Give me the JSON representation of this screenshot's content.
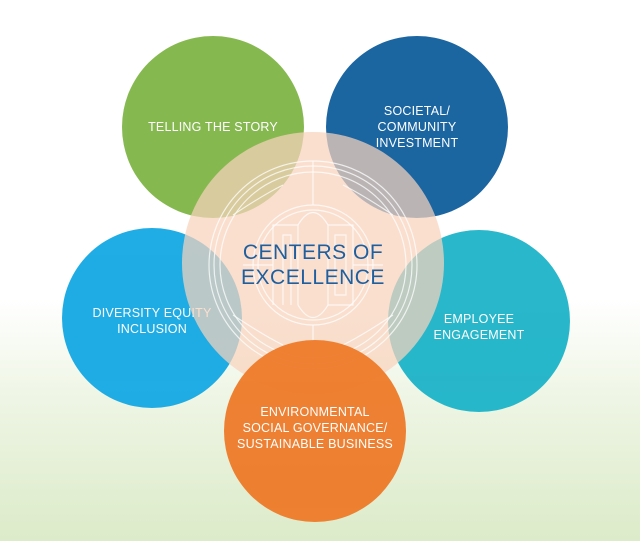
{
  "center": {
    "title": "CENTERS OF\nEXCELLENCE",
    "fill_color": "#f8d2bd",
    "text_color": "#1f5f9e"
  },
  "circles": [
    {
      "id": "story",
      "label": "TELLING THE STORY",
      "color": "#7cb342"
    },
    {
      "id": "societal",
      "label": "SOCIETAL/\nCOMMUNITY\nINVESTMENT",
      "color": "#0f5d9d"
    },
    {
      "id": "dei",
      "label": "DIVERSITY EQUITY\nINCLUSION",
      "color": "#12a7e3"
    },
    {
      "id": "employee",
      "label": "EMPLOYEE\nENGAGEMENT",
      "color": "#1bb3c8"
    },
    {
      "id": "esg",
      "label": "ENVIRONMENTAL\nSOCIAL GOVERNANCE/\nSUSTAINABLE BUSINESS",
      "color": "#ee7a29"
    }
  ],
  "seal_icon": "company-seal-icon"
}
